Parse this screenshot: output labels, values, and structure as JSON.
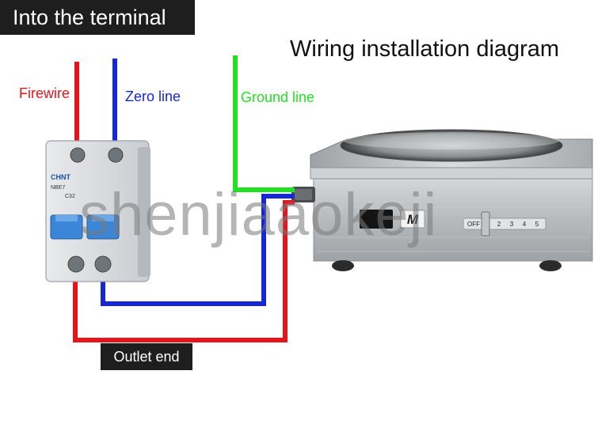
{
  "header": {
    "label": "Into the terminal"
  },
  "diagram": {
    "title": "Wiring installation diagram"
  },
  "wires": {
    "fire_label": "Firewire",
    "zero_label": "Zero line",
    "ground_label": "Ground line",
    "outlet_label": "Outlet end"
  },
  "breaker": {
    "brand": "CHNT",
    "model": "NBE7",
    "rating": "C32"
  },
  "stove": {
    "logo": "M",
    "knob_labels": [
      "OFF",
      "2",
      "3",
      "4",
      "5"
    ]
  },
  "watermark": {
    "text": "shenjiaaokeji"
  },
  "colors": {
    "fire": "#e8141c",
    "zero": "#1428d8",
    "ground": "#22e022",
    "badge_bg": "#1e1e1e"
  }
}
